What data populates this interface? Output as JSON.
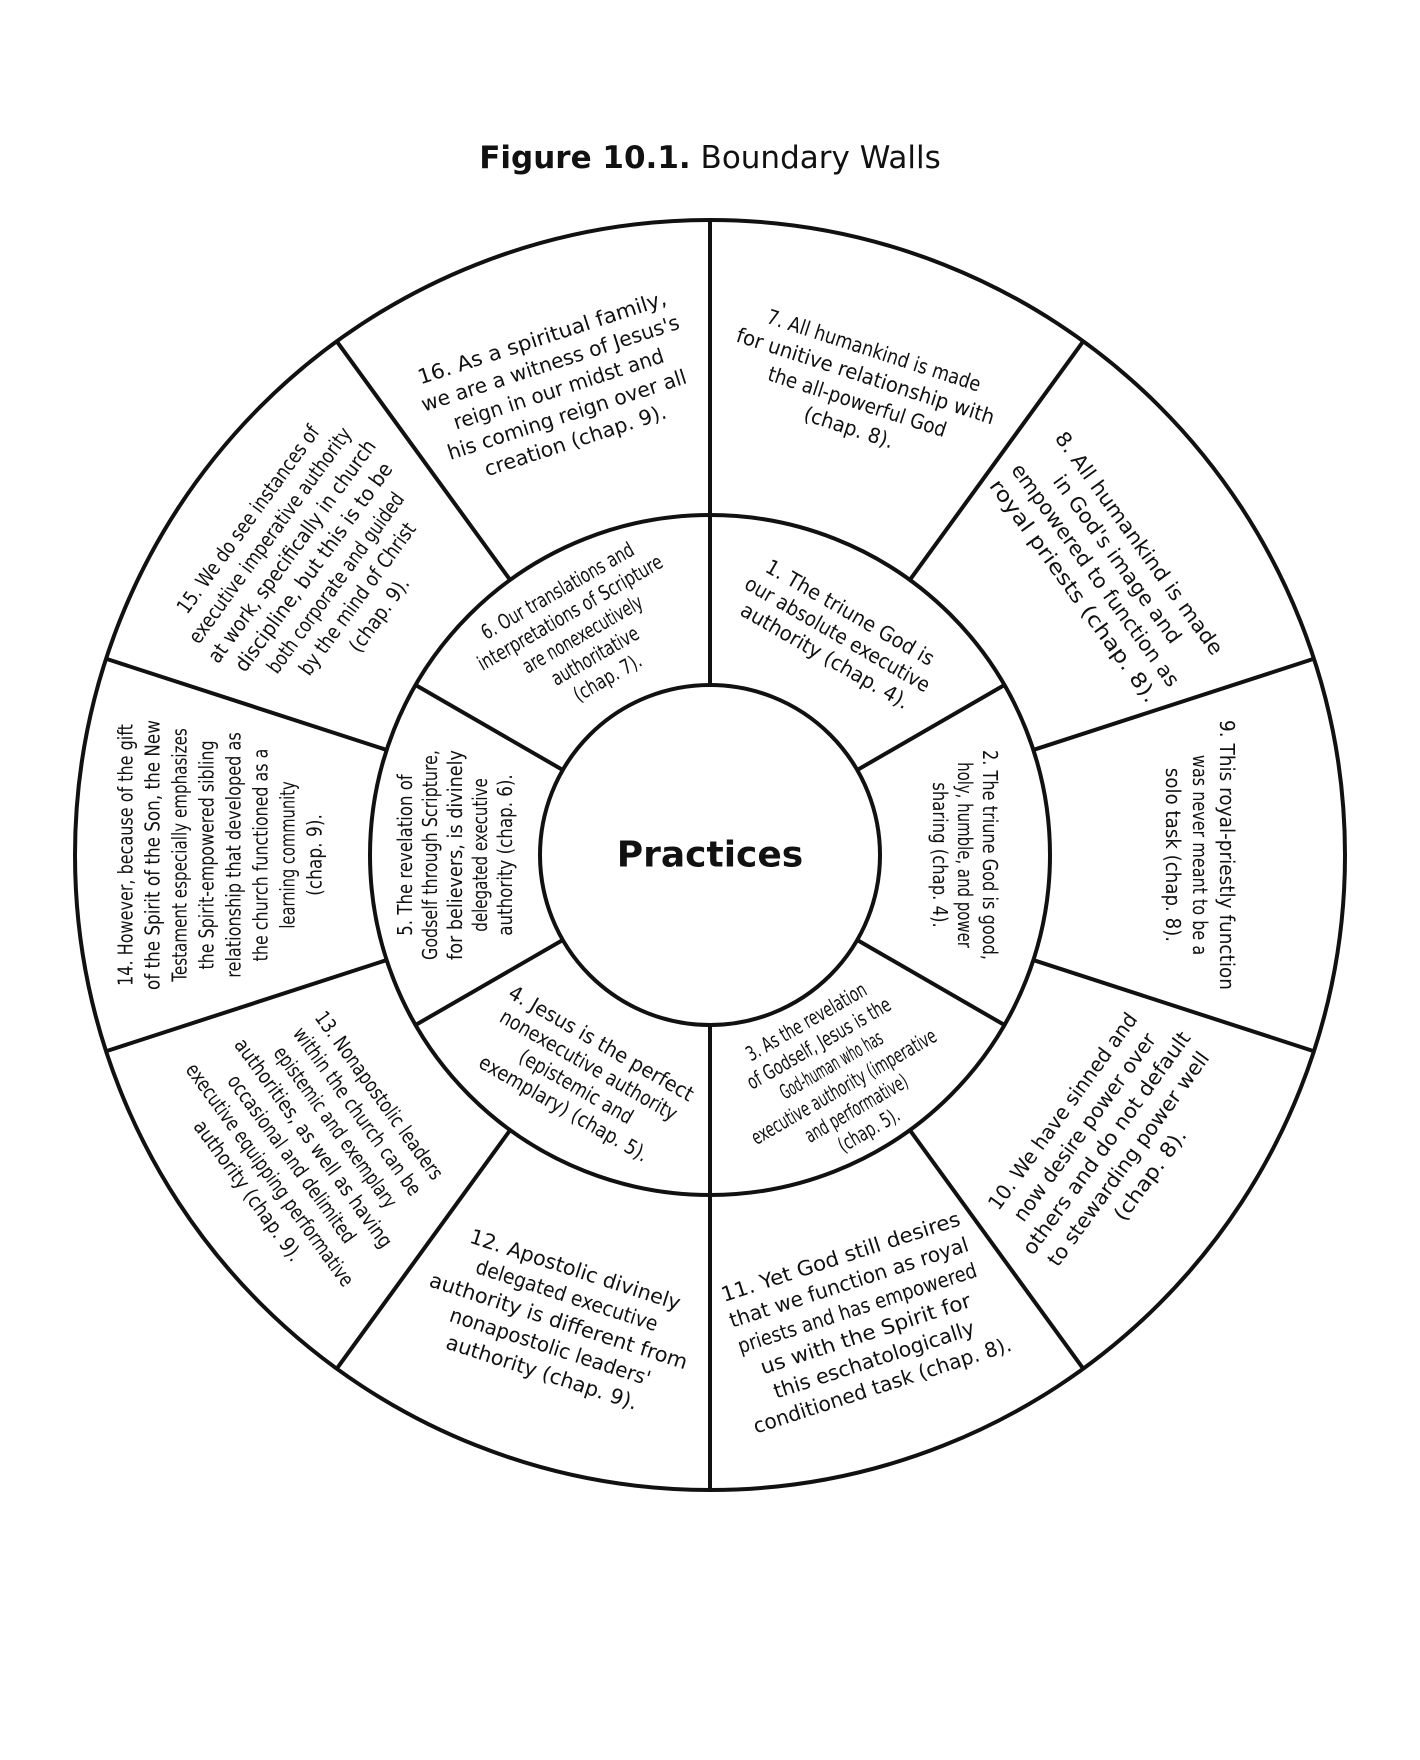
{
  "figure": {
    "label": "Figure 10.1.",
    "title": "Boundary Walls"
  },
  "center_label": "Practices",
  "inner_segments": [
    {
      "id": 1,
      "lines": [
        "1. The triune God is",
        "our absolute executive",
        "authority (chap. 4)."
      ]
    },
    {
      "id": 2,
      "lines": [
        "2. The triune God is good,",
        "holy, humble, and power",
        "sharing (chap. 4)."
      ]
    },
    {
      "id": 3,
      "lines": [
        "3. As the revelation",
        "of Godself, Jesus is the",
        "God-human who has",
        "executive authority (imperative",
        "and performative)",
        "(chap. 5)."
      ]
    },
    {
      "id": 4,
      "lines": [
        "4. Jesus is the perfect",
        "nonexecutive authority",
        "(epistemic and",
        "exemplary) (chap. 5)."
      ]
    },
    {
      "id": 5,
      "lines": [
        "5. The revelation of",
        "Godself through Scripture,",
        "for believers, is divinely",
        "delegated executive",
        "authority (chap. 6)."
      ]
    },
    {
      "id": 6,
      "lines": [
        "6. Our translations and",
        "interpretations of Scripture",
        "are nonexecutively",
        "authoritative",
        "(chap. 7)."
      ]
    }
  ],
  "outer_segments": [
    {
      "id": 7,
      "lines": [
        "7. All humankind is made",
        "for unitive relationship with",
        "the all-powerful God",
        "(chap. 8)."
      ]
    },
    {
      "id": 8,
      "lines": [
        "8. All humankind is made",
        "in God's image and",
        "empowered to function as",
        "royal priests (chap. 8)."
      ]
    },
    {
      "id": 9,
      "lines": [
        "9. This royal-priestly function",
        "was never meant to be a",
        "solo task (chap. 8)."
      ]
    },
    {
      "id": 10,
      "lines": [
        "10. We have sinned and",
        "now desire power over",
        "others and do not default",
        "to stewarding power well",
        "(chap. 8)."
      ]
    },
    {
      "id": 11,
      "lines": [
        "11. Yet God still desires",
        "that we function as royal",
        "priests and has empowered",
        "us with the Spirit for",
        "this eschatologically",
        "conditioned task (chap. 8)."
      ]
    },
    {
      "id": 12,
      "lines": [
        "12. Apostolic divinely",
        "delegated executive",
        "authority is different from",
        "nonapostolic leaders'",
        "authority (chap. 9)."
      ]
    },
    {
      "id": 13,
      "lines": [
        "13. Nonapostolic leaders",
        "within the church can be",
        "epistemic and exemplary",
        "authorities, as well as having",
        "occasional and delimited",
        "executive equipping performative",
        "authority (chap. 9)."
      ]
    },
    {
      "id": 14,
      "lines": [
        "14. However, because of the gift",
        "of the Spirit of the Son, the New",
        "Testament especially emphasizes",
        "the Spirit-empowered sibling",
        "relationship that developed as",
        "the church functioned as a",
        "learning community",
        "(chap. 9)."
      ]
    },
    {
      "id": 15,
      "lines": [
        "15. We do see instances of",
        "executive imperative authority",
        "at work, specifically in church",
        "discipline, but this is to be",
        "both corporate and guided",
        "by the mind of Christ",
        "(chap. 9)."
      ]
    },
    {
      "id": 16,
      "lines": [
        "16. As a spiritual family,",
        "we are a witness of Jesus's",
        "reign in our midst and",
        "his coming reign over all",
        "creation (chap. 9)."
      ]
    }
  ]
}
